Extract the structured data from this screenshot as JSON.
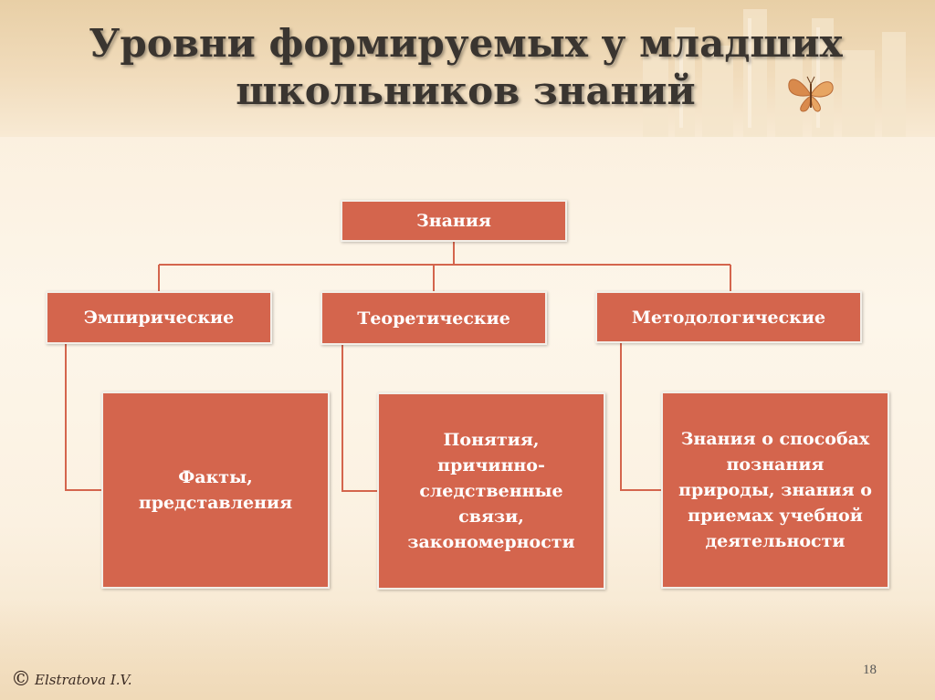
{
  "slide": {
    "title_line1": "Уровни формируемых у младших",
    "title_line2": "школьников знаний",
    "page_number": "18",
    "copyright_symbol": "©",
    "author_signature": "Elstratova I.V."
  },
  "diagram": {
    "root": {
      "label": "Знания"
    },
    "categories": [
      {
        "label": "Эмпирические",
        "detail": "Факты,\nпредставления"
      },
      {
        "label": "Теоретические",
        "detail": "Понятия,\nпричинно-\nследственные\nсвязи,\nзакономерности"
      },
      {
        "label": "Методологические",
        "detail": "Знания о способах\nпознания\nприроды, знания о\nприемах учебной\nдеятельности"
      }
    ]
  },
  "colors": {
    "box_fill": "#d4654d",
    "box_border": "#f3efe8",
    "connector": "#d4654d",
    "title_text": "#3a3530"
  }
}
